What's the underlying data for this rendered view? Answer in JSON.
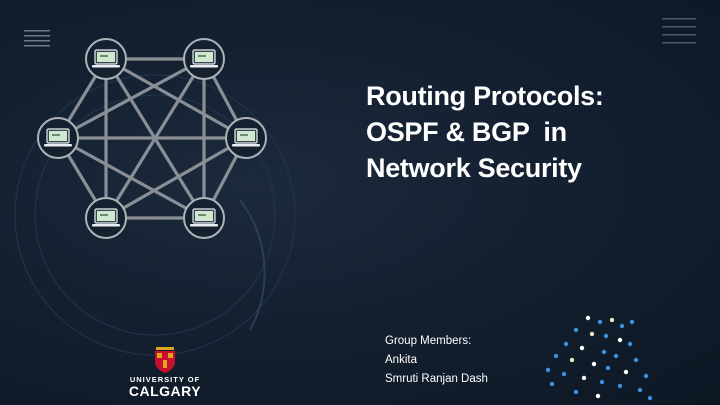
{
  "slide": {
    "title_lines": [
      "Routing Protocols:",
      "OSPF & BGP  in",
      "Network Security"
    ],
    "members_label": "Group Members:",
    "members": [
      "Ankita",
      "Smruti Ranjan Dash"
    ]
  },
  "logo": {
    "line1": "UNIVERSITY OF",
    "line2": "CALGARY"
  },
  "colors": {
    "background": "#142030",
    "accent_blue": "#3d8fe0",
    "node_green": "#cfe8cf",
    "mesh_line": "#8a8f96"
  },
  "icons": {
    "network_node": "laptop-icon",
    "logo": "university-crest-icon"
  }
}
